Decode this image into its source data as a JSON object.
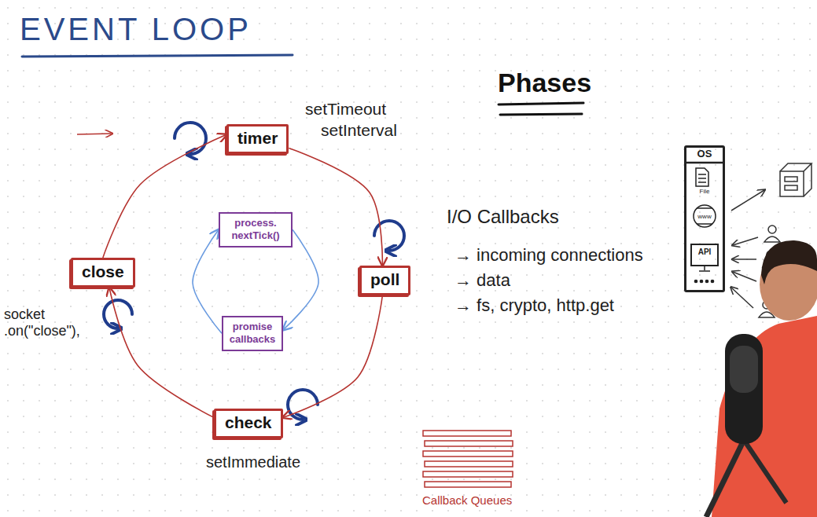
{
  "diagram": {
    "title": "EVENT LOOP",
    "nodes": [
      {
        "text": [
          "timer"
        ]
      },
      {
        "text": [
          "poll"
        ]
      },
      {
        "text": [
          "check"
        ]
      },
      {
        "text": [
          "close"
        ]
      },
      {
        "text": [
          "process. nextTick()"
        ]
      },
      {
        "text": [
          "promise callbacks"
        ]
      },
      {
        "text": [
          "OS",
          "File",
          "www",
          "API"
        ]
      }
    ],
    "edges": [
      {
        "from": 0,
        "to": 1,
        "arrow": "to"
      },
      {
        "from": 1,
        "to": 2,
        "arrow": "to"
      },
      {
        "from": 2,
        "to": 3,
        "arrow": "to"
      },
      {
        "from": 3,
        "to": 0,
        "arrow": "to"
      },
      {
        "from": 4,
        "to": 5,
        "arrow": "to"
      },
      {
        "from": 5,
        "to": 4,
        "arrow": "to"
      }
    ],
    "labels": [
      "Phases",
      "setTimeout",
      "setInterval",
      "I/O Callbacks",
      "→ incoming connections",
      "→ data",
      "→ fs, crypto, http.get",
      "setImmediate",
      "socket .on(\"close\"),",
      "Callback Queues"
    ]
  }
}
